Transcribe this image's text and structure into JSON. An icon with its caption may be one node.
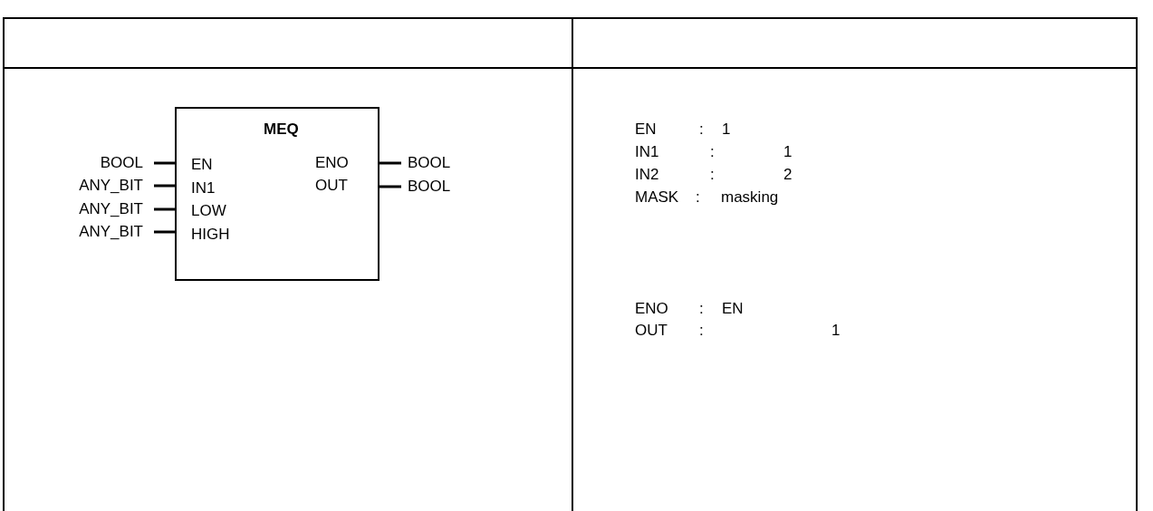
{
  "diagram": {
    "nodes": [
      {
        "text": [
          "MEQ",
          "EN",
          "IN1",
          "LOW",
          "HIGH",
          "ENO",
          "OUT"
        ]
      },
      {
        "text": [
          "BOOL"
        ]
      },
      {
        "text": [
          "ANY_BIT"
        ]
      },
      {
        "text": [
          "ANY_BIT"
        ]
      },
      {
        "text": [
          "ANY_BIT"
        ]
      },
      {
        "text": [
          "BOOL"
        ]
      },
      {
        "text": [
          "BOOL"
        ]
      }
    ],
    "edges": [
      {
        "from": 1,
        "to": 0,
        "arrow": "none"
      },
      {
        "from": 2,
        "to": 0,
        "arrow": "none"
      },
      {
        "from": 3,
        "to": 0,
        "arrow": "none"
      },
      {
        "from": 4,
        "to": 0,
        "arrow": "none"
      },
      {
        "from": 0,
        "to": 5,
        "arrow": "none"
      },
      {
        "from": 0,
        "to": 6,
        "arrow": "none"
      }
    ],
    "labels": [
      "EN",
      ":",
      "1",
      "IN1",
      ":",
      "1",
      "IN2",
      ":",
      "2",
      "MASK",
      ":",
      "masking",
      "ENO",
      ":",
      "EN",
      "OUT",
      ":",
      "1"
    ]
  }
}
